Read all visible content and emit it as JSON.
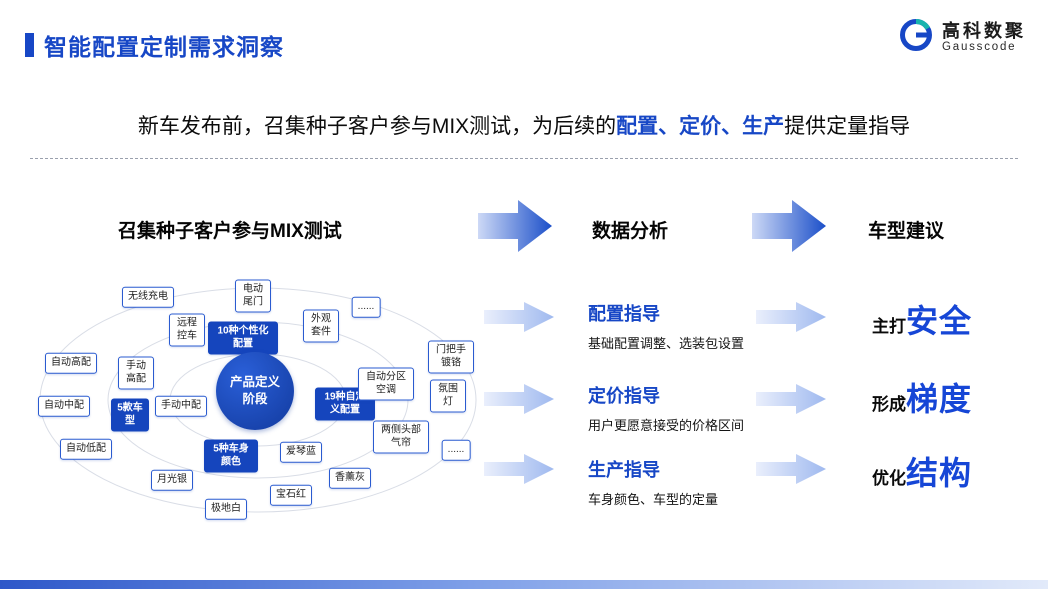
{
  "header": {
    "title": "智能配置定制需求洞察",
    "logo": {
      "name_cn": "高科数聚",
      "name_en": "Gausscode"
    }
  },
  "subtitle": {
    "part1": "新车发布前，召集种子客户参与MIX测试，为后续的",
    "highlight": "配置、定价、生产",
    "part2": "提供定量指导"
  },
  "columns": {
    "left_heading": "召集种子客户参与MIX测试",
    "middle_heading": "数据分析",
    "right_heading": "车型建议"
  },
  "diagram": {
    "center_label": "产品定义阶段",
    "nodes": [
      {
        "label": "无线充电"
      },
      {
        "label": "电动尾门"
      },
      {
        "label": "远程控车"
      },
      {
        "label": "外观套件"
      },
      {
        "label": "......"
      },
      {
        "label": "10种个性化配置",
        "type": "primary"
      },
      {
        "label": "自动高配"
      },
      {
        "label": "手动高配"
      },
      {
        "label": "自动中配"
      },
      {
        "label": "手动中配"
      },
      {
        "label": "5款车型",
        "type": "primary"
      },
      {
        "label": "自动低配"
      },
      {
        "label": "19种自定义配置",
        "type": "primary"
      },
      {
        "label": "自动分区空调"
      },
      {
        "label": "门把手镀铬"
      },
      {
        "label": "氛围灯"
      },
      {
        "label": "两侧头部气帘"
      },
      {
        "label": "......"
      },
      {
        "label": "爱琴蓝"
      },
      {
        "label": "5种车身颜色",
        "type": "primary"
      },
      {
        "label": "香薰灰"
      },
      {
        "label": "月光银"
      },
      {
        "label": "宝石红"
      },
      {
        "label": "极地白"
      }
    ]
  },
  "analysis_items": [
    {
      "title": "配置指导",
      "desc": "基础配置调整、选装包设置"
    },
    {
      "title": "定价指导",
      "desc": "用户更愿意接受的价格区间"
    },
    {
      "title": "生产指导",
      "desc": "车身颜色、车型的定量"
    }
  ],
  "suggestions": [
    {
      "prefix": "主打",
      "keyword": "安全"
    },
    {
      "prefix": "形成",
      "keyword": "梯度"
    },
    {
      "prefix": "优化",
      "keyword": "结构"
    }
  ],
  "colors": {
    "accent": "#1747C6",
    "node_primary": "#1545BD",
    "arrow_dark": "#1B4FC9",
    "arrow_light": "#CDD9F6"
  }
}
